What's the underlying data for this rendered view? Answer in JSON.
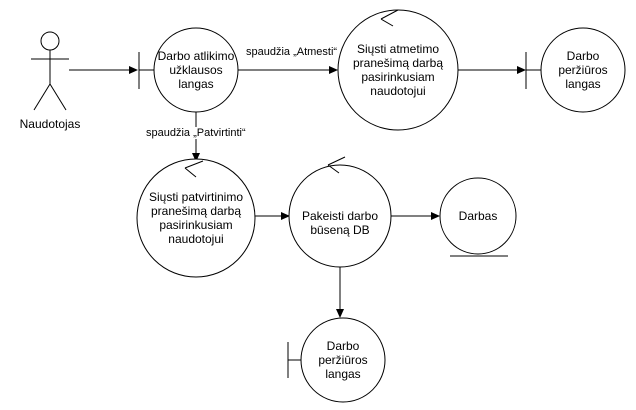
{
  "actor": {
    "label": "Naudotojas"
  },
  "nodes": {
    "request_window": {
      "label": "Darbo atlikimo\nužklausos\nlangas"
    },
    "send_reject": {
      "label": "Siųsti atmetimo\npranešimą darbą\npasirinkusiam\nnaudotojui"
    },
    "review_window_top": {
      "label": "Darbo\nperžiūros\nlangas"
    },
    "send_confirm": {
      "label": "Siųsti patvirtinimo\npranešimą darbą\npasirinkusiam\nnaudotojui"
    },
    "change_state": {
      "label": "Pakeisti darbo\nbūseną DB"
    },
    "entity_job": {
      "label": "Darbas"
    },
    "review_window_bottom": {
      "label": "Darbo\nperžiūros\nlangas"
    }
  },
  "edges": {
    "reject": {
      "label": "spaudžia „Atmesti“"
    },
    "confirm": {
      "label": "spaudžia „Patvirtinti“"
    }
  }
}
